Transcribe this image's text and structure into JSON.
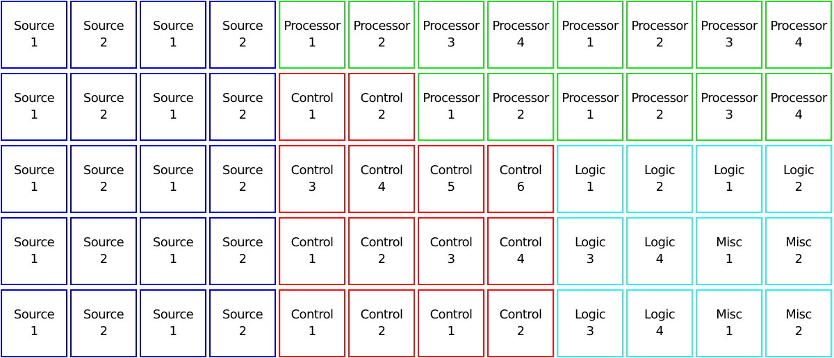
{
  "colors": {
    "source": "#0000cc",
    "processor": "#22dd22",
    "control": "#ee1111",
    "logic": "#33eeee",
    "misc": "#33eeee"
  },
  "rows": [
    [
      {
        "name": "Source",
        "num": "1",
        "group": "source"
      },
      {
        "name": "Source",
        "num": "2",
        "group": "source"
      },
      {
        "name": "Source",
        "num": "1",
        "group": "source"
      },
      {
        "name": "Source",
        "num": "2",
        "group": "source"
      },
      {
        "name": "Processor",
        "num": "1",
        "group": "processor"
      },
      {
        "name": "Processor",
        "num": "2",
        "group": "processor"
      },
      {
        "name": "Processor",
        "num": "3",
        "group": "processor"
      },
      {
        "name": "Processor",
        "num": "4",
        "group": "processor"
      },
      {
        "name": "Processor",
        "num": "1",
        "group": "processor"
      },
      {
        "name": "Processor",
        "num": "2",
        "group": "processor"
      },
      {
        "name": "Processor",
        "num": "3",
        "group": "processor"
      },
      {
        "name": "Processor",
        "num": "4",
        "group": "processor"
      }
    ],
    [
      {
        "name": "Source",
        "num": "1",
        "group": "source"
      },
      {
        "name": "Source",
        "num": "2",
        "group": "source"
      },
      {
        "name": "Source",
        "num": "1",
        "group": "source"
      },
      {
        "name": "Source",
        "num": "2",
        "group": "source"
      },
      {
        "name": "Control",
        "num": "1",
        "group": "control"
      },
      {
        "name": "Control",
        "num": "2",
        "group": "control"
      },
      {
        "name": "Processor",
        "num": "1",
        "group": "processor"
      },
      {
        "name": "Processor",
        "num": "2",
        "group": "processor"
      },
      {
        "name": "Processor",
        "num": "1",
        "group": "processor"
      },
      {
        "name": "Processor",
        "num": "2",
        "group": "processor"
      },
      {
        "name": "Processor",
        "num": "3",
        "group": "processor"
      },
      {
        "name": "Processor",
        "num": "4",
        "group": "processor"
      }
    ],
    [
      {
        "name": "Source",
        "num": "1",
        "group": "source"
      },
      {
        "name": "Source",
        "num": "2",
        "group": "source"
      },
      {
        "name": "Source",
        "num": "1",
        "group": "source"
      },
      {
        "name": "Source",
        "num": "2",
        "group": "source"
      },
      {
        "name": "Control",
        "num": "3",
        "group": "control"
      },
      {
        "name": "Control",
        "num": "4",
        "group": "control"
      },
      {
        "name": "Control",
        "num": "5",
        "group": "control"
      },
      {
        "name": "Control",
        "num": "6",
        "group": "control"
      },
      {
        "name": "Logic",
        "num": "1",
        "group": "logic"
      },
      {
        "name": "Logic",
        "num": "2",
        "group": "logic"
      },
      {
        "name": "Logic",
        "num": "1",
        "group": "logic"
      },
      {
        "name": "Logic",
        "num": "2",
        "group": "logic"
      }
    ],
    [
      {
        "name": "Source",
        "num": "1",
        "group": "source"
      },
      {
        "name": "Source",
        "num": "2",
        "group": "source"
      },
      {
        "name": "Source",
        "num": "1",
        "group": "source"
      },
      {
        "name": "Source",
        "num": "2",
        "group": "source"
      },
      {
        "name": "Control",
        "num": "1",
        "group": "control"
      },
      {
        "name": "Control",
        "num": "2",
        "group": "control"
      },
      {
        "name": "Control",
        "num": "3",
        "group": "control"
      },
      {
        "name": "Control",
        "num": "4",
        "group": "control"
      },
      {
        "name": "Logic",
        "num": "3",
        "group": "logic"
      },
      {
        "name": "Logic",
        "num": "4",
        "group": "logic"
      },
      {
        "name": "Misc",
        "num": "1",
        "group": "misc"
      },
      {
        "name": "Misc",
        "num": "2",
        "group": "misc"
      }
    ],
    [
      {
        "name": "Source",
        "num": "1",
        "group": "source"
      },
      {
        "name": "Source",
        "num": "2",
        "group": "source"
      },
      {
        "name": "Source",
        "num": "1",
        "group": "source"
      },
      {
        "name": "Source",
        "num": "2",
        "group": "source"
      },
      {
        "name": "Control",
        "num": "1",
        "group": "control"
      },
      {
        "name": "Control",
        "num": "2",
        "group": "control"
      },
      {
        "name": "Control",
        "num": "1",
        "group": "control"
      },
      {
        "name": "Control",
        "num": "2",
        "group": "control"
      },
      {
        "name": "Logic",
        "num": "3",
        "group": "logic"
      },
      {
        "name": "Logic",
        "num": "4",
        "group": "logic"
      },
      {
        "name": "Misc",
        "num": "1",
        "group": "misc"
      },
      {
        "name": "Misc",
        "num": "2",
        "group": "misc"
      }
    ]
  ]
}
